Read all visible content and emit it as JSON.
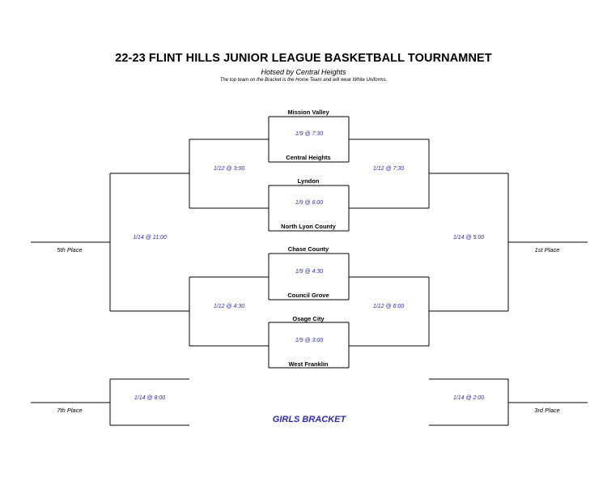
{
  "header": {
    "title": "22-23 FLINT HILLS JUNIOR LEAGUE BASKETBALL TOURNAMNET",
    "subtitle": "Hotsed by Central Heights",
    "note": "The top team on the Bracket is the Home Team and will wear White Uniforms."
  },
  "teams": {
    "t1": "Mission Valley",
    "t2": "Central Heights",
    "t3": "Lyndon",
    "t4": "North Lyon County",
    "t5": "Chase County",
    "t6": "Council Grove",
    "t7": "Osage City",
    "t8": "West Franklin"
  },
  "games": {
    "r1_g1": "1/9 @ 7:30",
    "r1_g2": "1/9 @ 6:00",
    "r1_g3": "1/9 @ 4:30",
    "r1_g4": "1/9 @ 3:00",
    "semi_left_top": "1/12 @ 3:00",
    "semi_left_bottom": "1/12 @ 4:30",
    "semi_right_top": "1/12 @ 7:30",
    "semi_right_bottom": "1/12 @ 6:00",
    "fifth_place_game": "1/14 @ 11:00",
    "first_place_game": "1/14 @ 5:00",
    "seventh_place_game": "1/14 @ 8:00",
    "third_place_game": "1/14 @ 2:00"
  },
  "places": {
    "fifth": "5th Place",
    "first": "1st Place",
    "seventh": "7th Place",
    "third": "3rd Place"
  },
  "bracket_label": "GIRLS BRACKET",
  "colors": {
    "line": "#000000",
    "game_text": "#2b2bb0",
    "bracket_label": "#2b2bb0"
  }
}
